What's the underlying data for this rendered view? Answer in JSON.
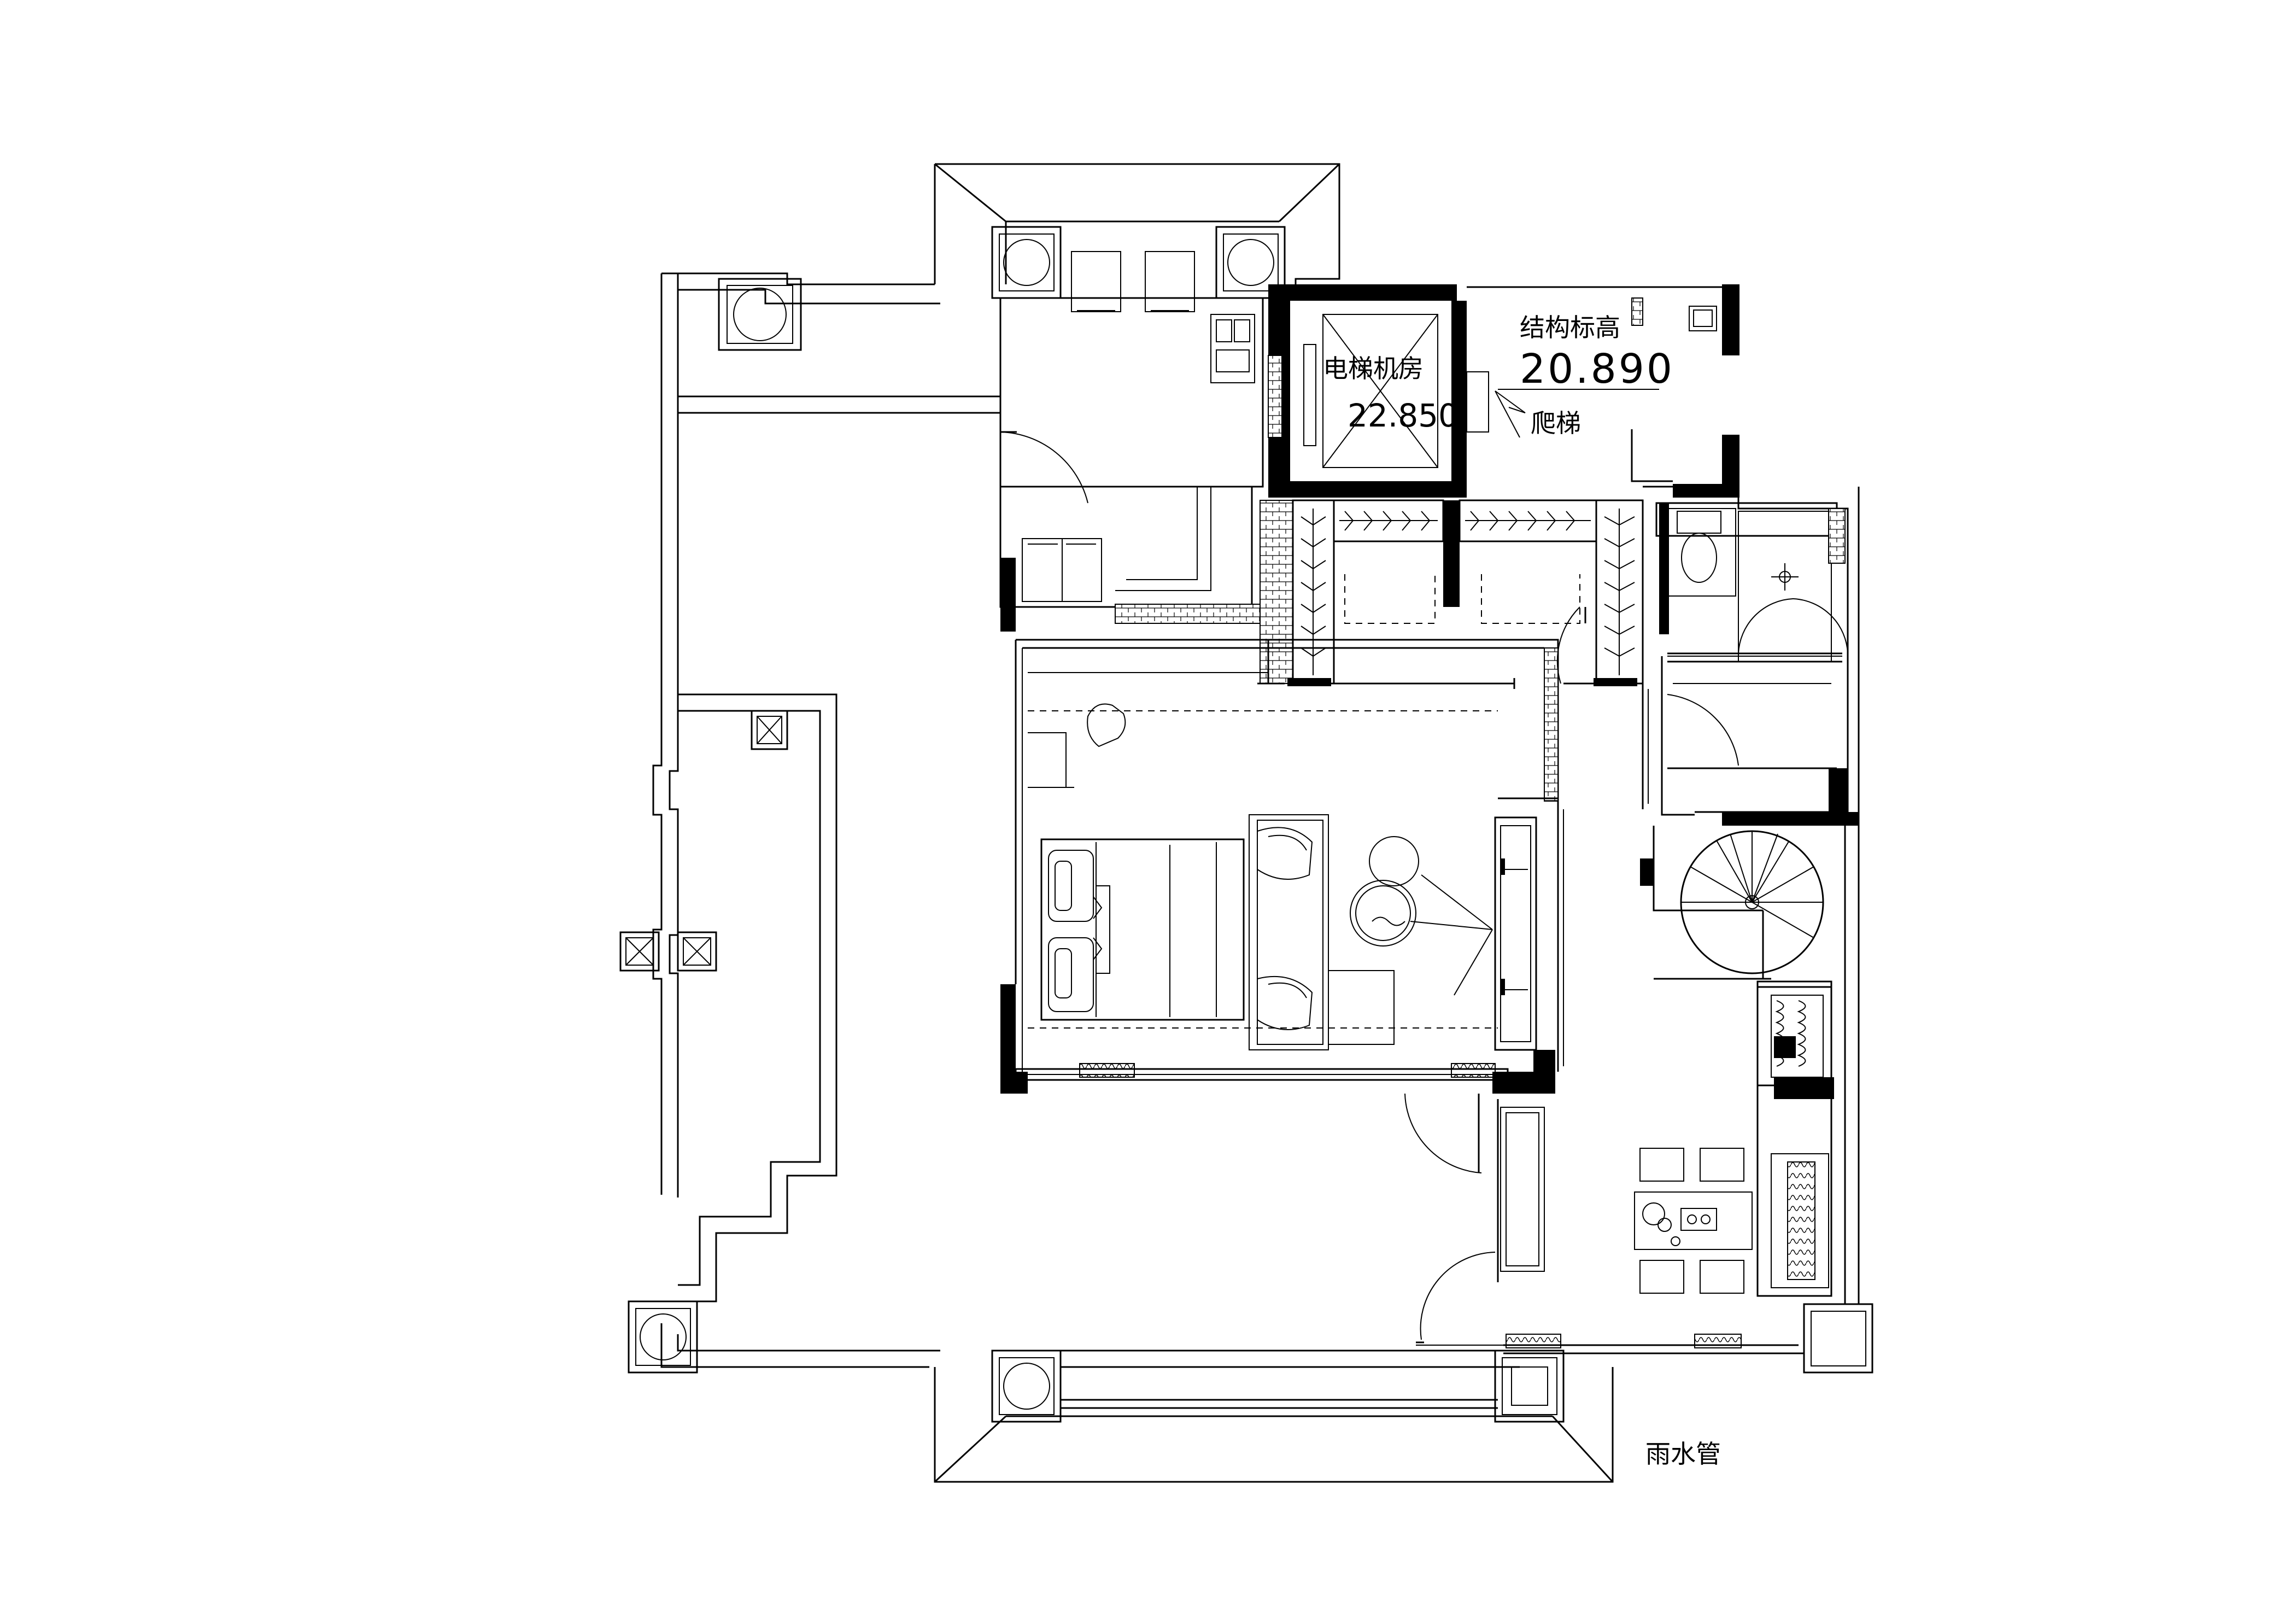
{
  "labels": {
    "elevator_room": "电梯机房",
    "elevator_elevation": "22.850",
    "structural_elevation_label": "结构标高",
    "structural_elevation_value": "20.890",
    "ladder": "爬梯",
    "rain_pipe": "雨水管"
  },
  "icons": {
    "column": "roof-column-icon",
    "vent": "vent-shaft-icon",
    "toilet": "toilet-icon",
    "spiral_stair": "spiral-stair-icon",
    "bed": "double-bed-icon",
    "sofa": "sofa-icon",
    "table": "round-table-icon"
  }
}
